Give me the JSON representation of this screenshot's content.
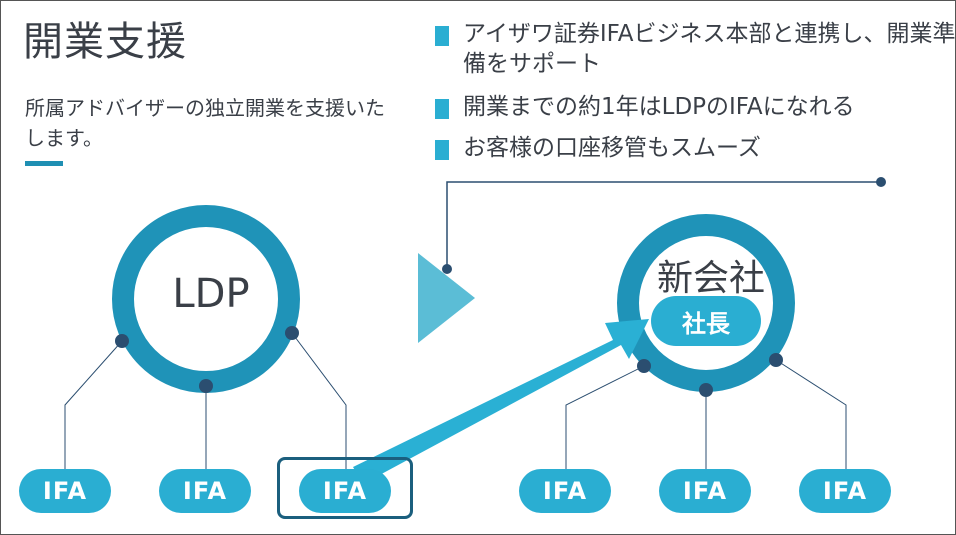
{
  "title": "開業支援",
  "subtitle": "所属アドバイザーの独立開業を支援いたします。",
  "points": [
    "アイザワ証券IFAビジネス本部と連携し、開業準備をサポート",
    "開業までの約1年はLDPのIFAになれる",
    "お客様の口座移管もスムーズ"
  ],
  "ldp": {
    "label": "LDP",
    "children": [
      "IFA",
      "IFA",
      "IFA"
    ]
  },
  "new_company": {
    "label": "新会社",
    "president": "社長",
    "children": [
      "IFA",
      "IFA",
      "IFA"
    ]
  },
  "colors": {
    "accent": "#2aaed2",
    "ring": "#1f93b8",
    "dark_teal": "#1b5f7e",
    "arrow": "#2ab0d4",
    "chevron": "#5bbdd6",
    "node_dot": "#2b4e70",
    "text": "#3a3f47"
  }
}
